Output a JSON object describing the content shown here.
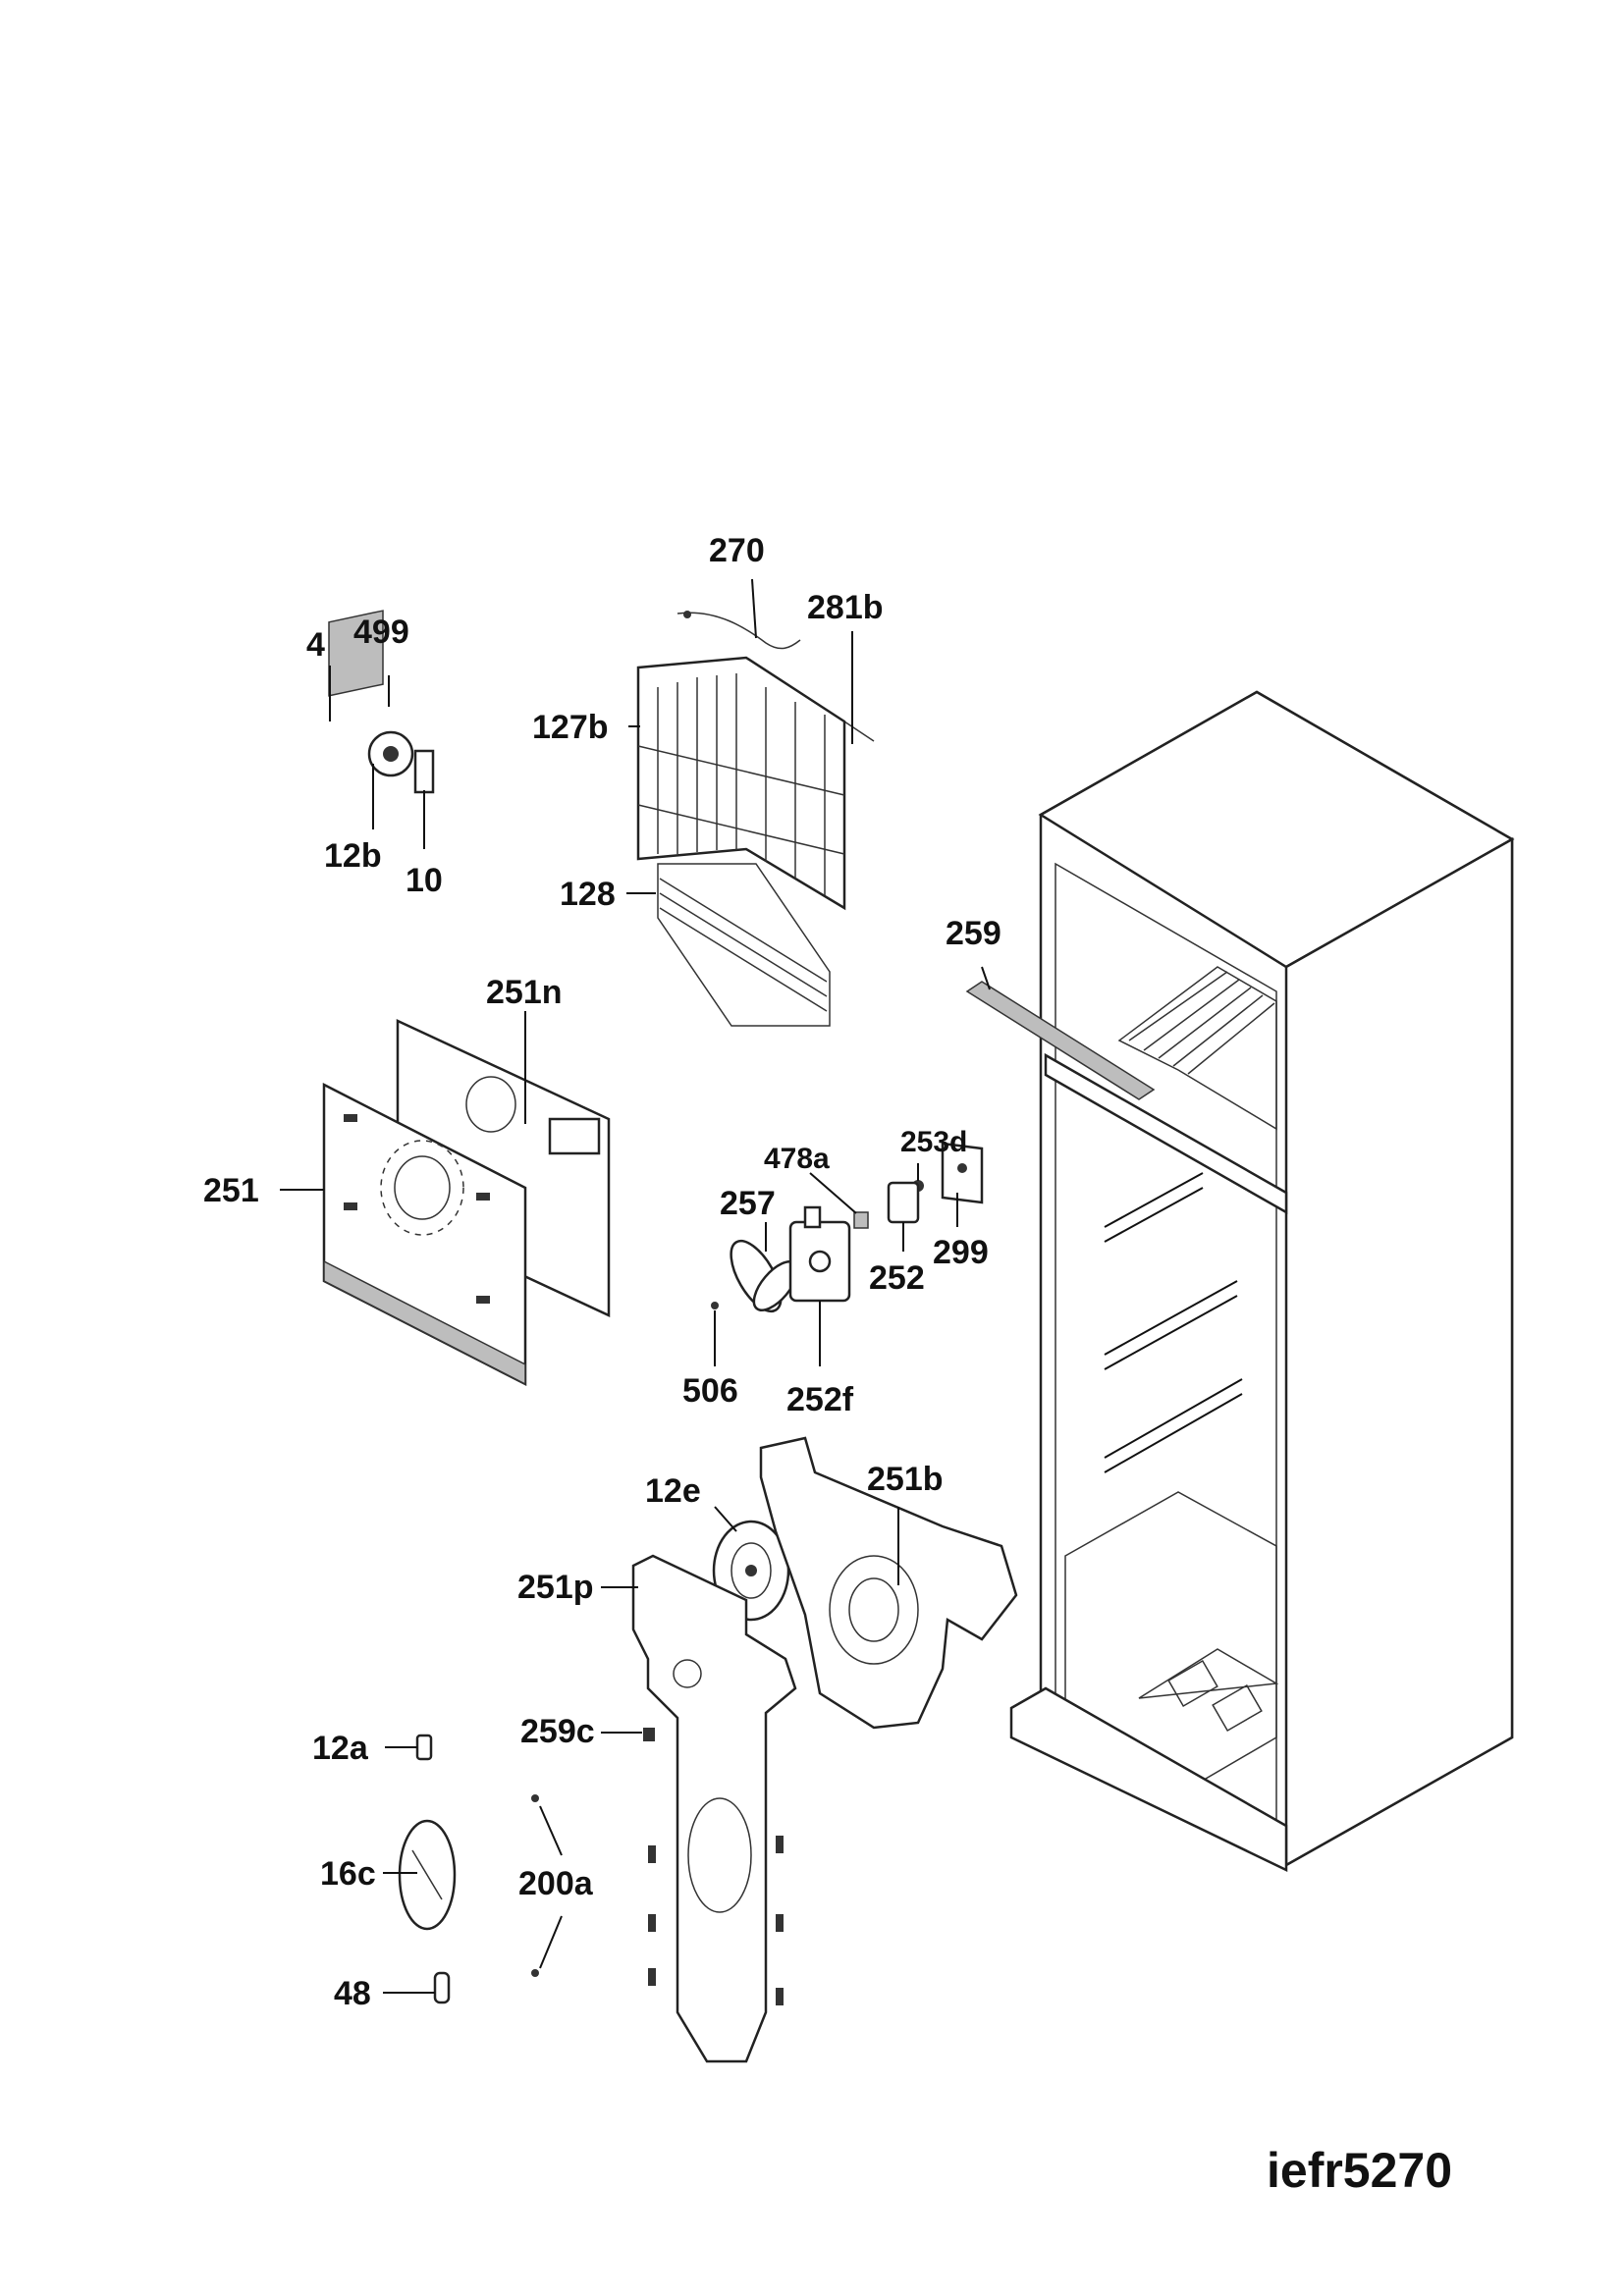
{
  "document_code": "iefr5270",
  "part_labels": {
    "p4": "4",
    "p499": "499",
    "p12b": "12b",
    "p10": "10",
    "p270": "270",
    "p281b": "281b",
    "p127b": "127b",
    "p128": "128",
    "p259": "259",
    "p251n": "251n",
    "p251": "251",
    "p478a": "478a",
    "p253d": "253d",
    "p257": "257",
    "p252": "252",
    "p299": "299",
    "p506": "506",
    "p252f": "252f",
    "p12e": "12e",
    "p251b": "251b",
    "p251p": "251p",
    "p12a": "12a",
    "p259c": "259c",
    "p16c": "16c",
    "p200a": "200a",
    "p48": "48"
  }
}
